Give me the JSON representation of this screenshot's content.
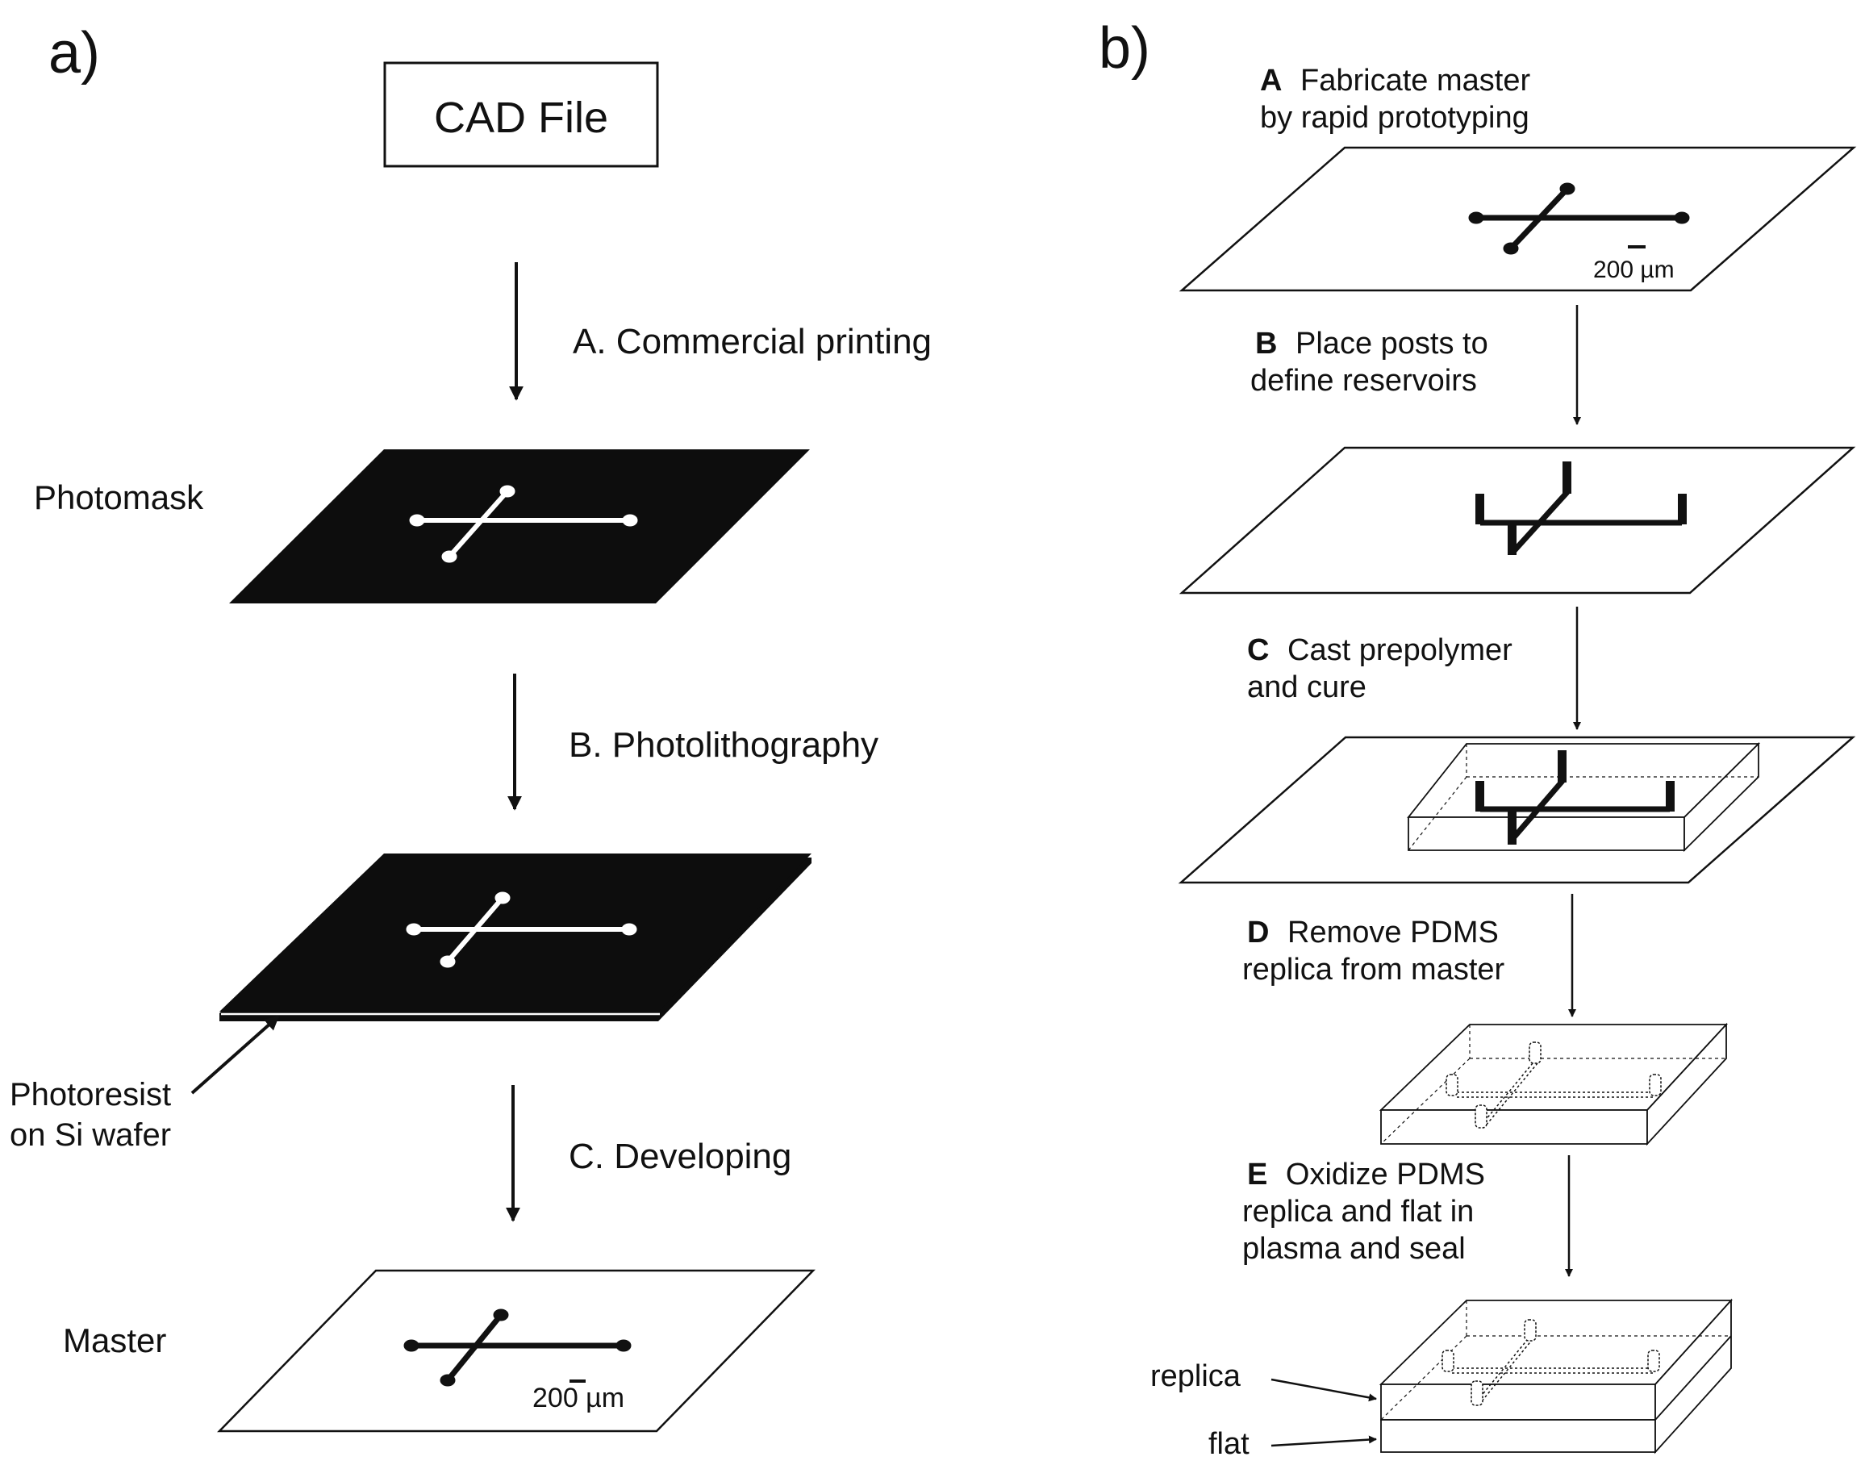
{
  "panel_a": {
    "label": "a)",
    "cad_box": "CAD File",
    "steps": [
      "A. Commercial printing",
      "B. Photolithography",
      "C. Developing"
    ],
    "stage_labels": {
      "photomask": "Photomask",
      "master": "Master"
    },
    "photoresist_label": [
      "Photoresist",
      "on Si wafer"
    ],
    "scale_bar": "200 µm"
  },
  "panel_b": {
    "label": "b)",
    "steps": [
      {
        "letter": "A",
        "lines": [
          "Fabricate master",
          "by rapid prototyping"
        ]
      },
      {
        "letter": "B",
        "lines": [
          "Place posts to",
          "define reservoirs"
        ]
      },
      {
        "letter": "C",
        "lines": [
          "Cast prepolymer",
          "and cure"
        ]
      },
      {
        "letter": "D",
        "lines": [
          "Remove PDMS",
          "replica from master"
        ]
      },
      {
        "letter": "E",
        "lines": [
          "Oxidize PDMS",
          "replica and flat in",
          "plasma and seal"
        ]
      }
    ],
    "scale_bar": "200 µm",
    "layer_labels": {
      "replica": "replica",
      "flat": "flat"
    }
  },
  "colors": {
    "ink": "#111111",
    "mask_fill": "#0d0d0d",
    "paper": "#ffffff"
  }
}
